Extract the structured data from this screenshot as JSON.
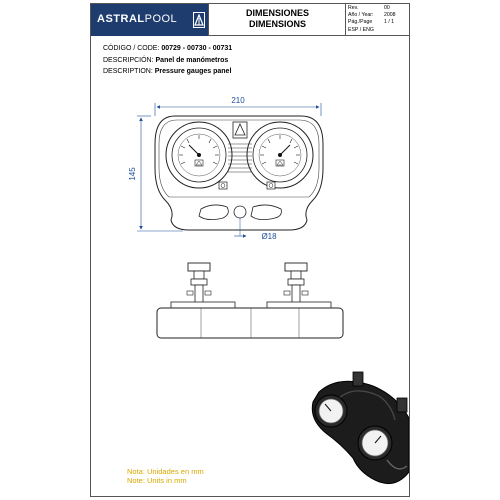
{
  "header": {
    "logo_bold": "ASTRAL",
    "logo_light": "POOL",
    "title_line1": "DIMENSIONES",
    "title_line2": "DIMENSIONS",
    "meta": [
      {
        "key": "Rev.",
        "value": "00"
      },
      {
        "key": "Año / Year:",
        "value": "2008"
      },
      {
        "key": "Pág./Page",
        "value": "1 / 1"
      },
      {
        "key": "ESP / ENG",
        "value": ""
      }
    ]
  },
  "codes": {
    "code_label": "CÓDIGO / CODE:",
    "code_value": "00729 - 00730 - 00731",
    "desc_es_label": "DESCRIPCIÓN:",
    "desc_es_value": "Panel de manómetros",
    "desc_en_label": "DESCRIPTION:",
    "desc_en_value": "Pressure gauges panel"
  },
  "dimensions": {
    "width": "210",
    "height": "145",
    "diameter": "Ø18"
  },
  "notes": {
    "es": "Nota: Unidades en mm",
    "en": "Note: Units in mm"
  }
}
